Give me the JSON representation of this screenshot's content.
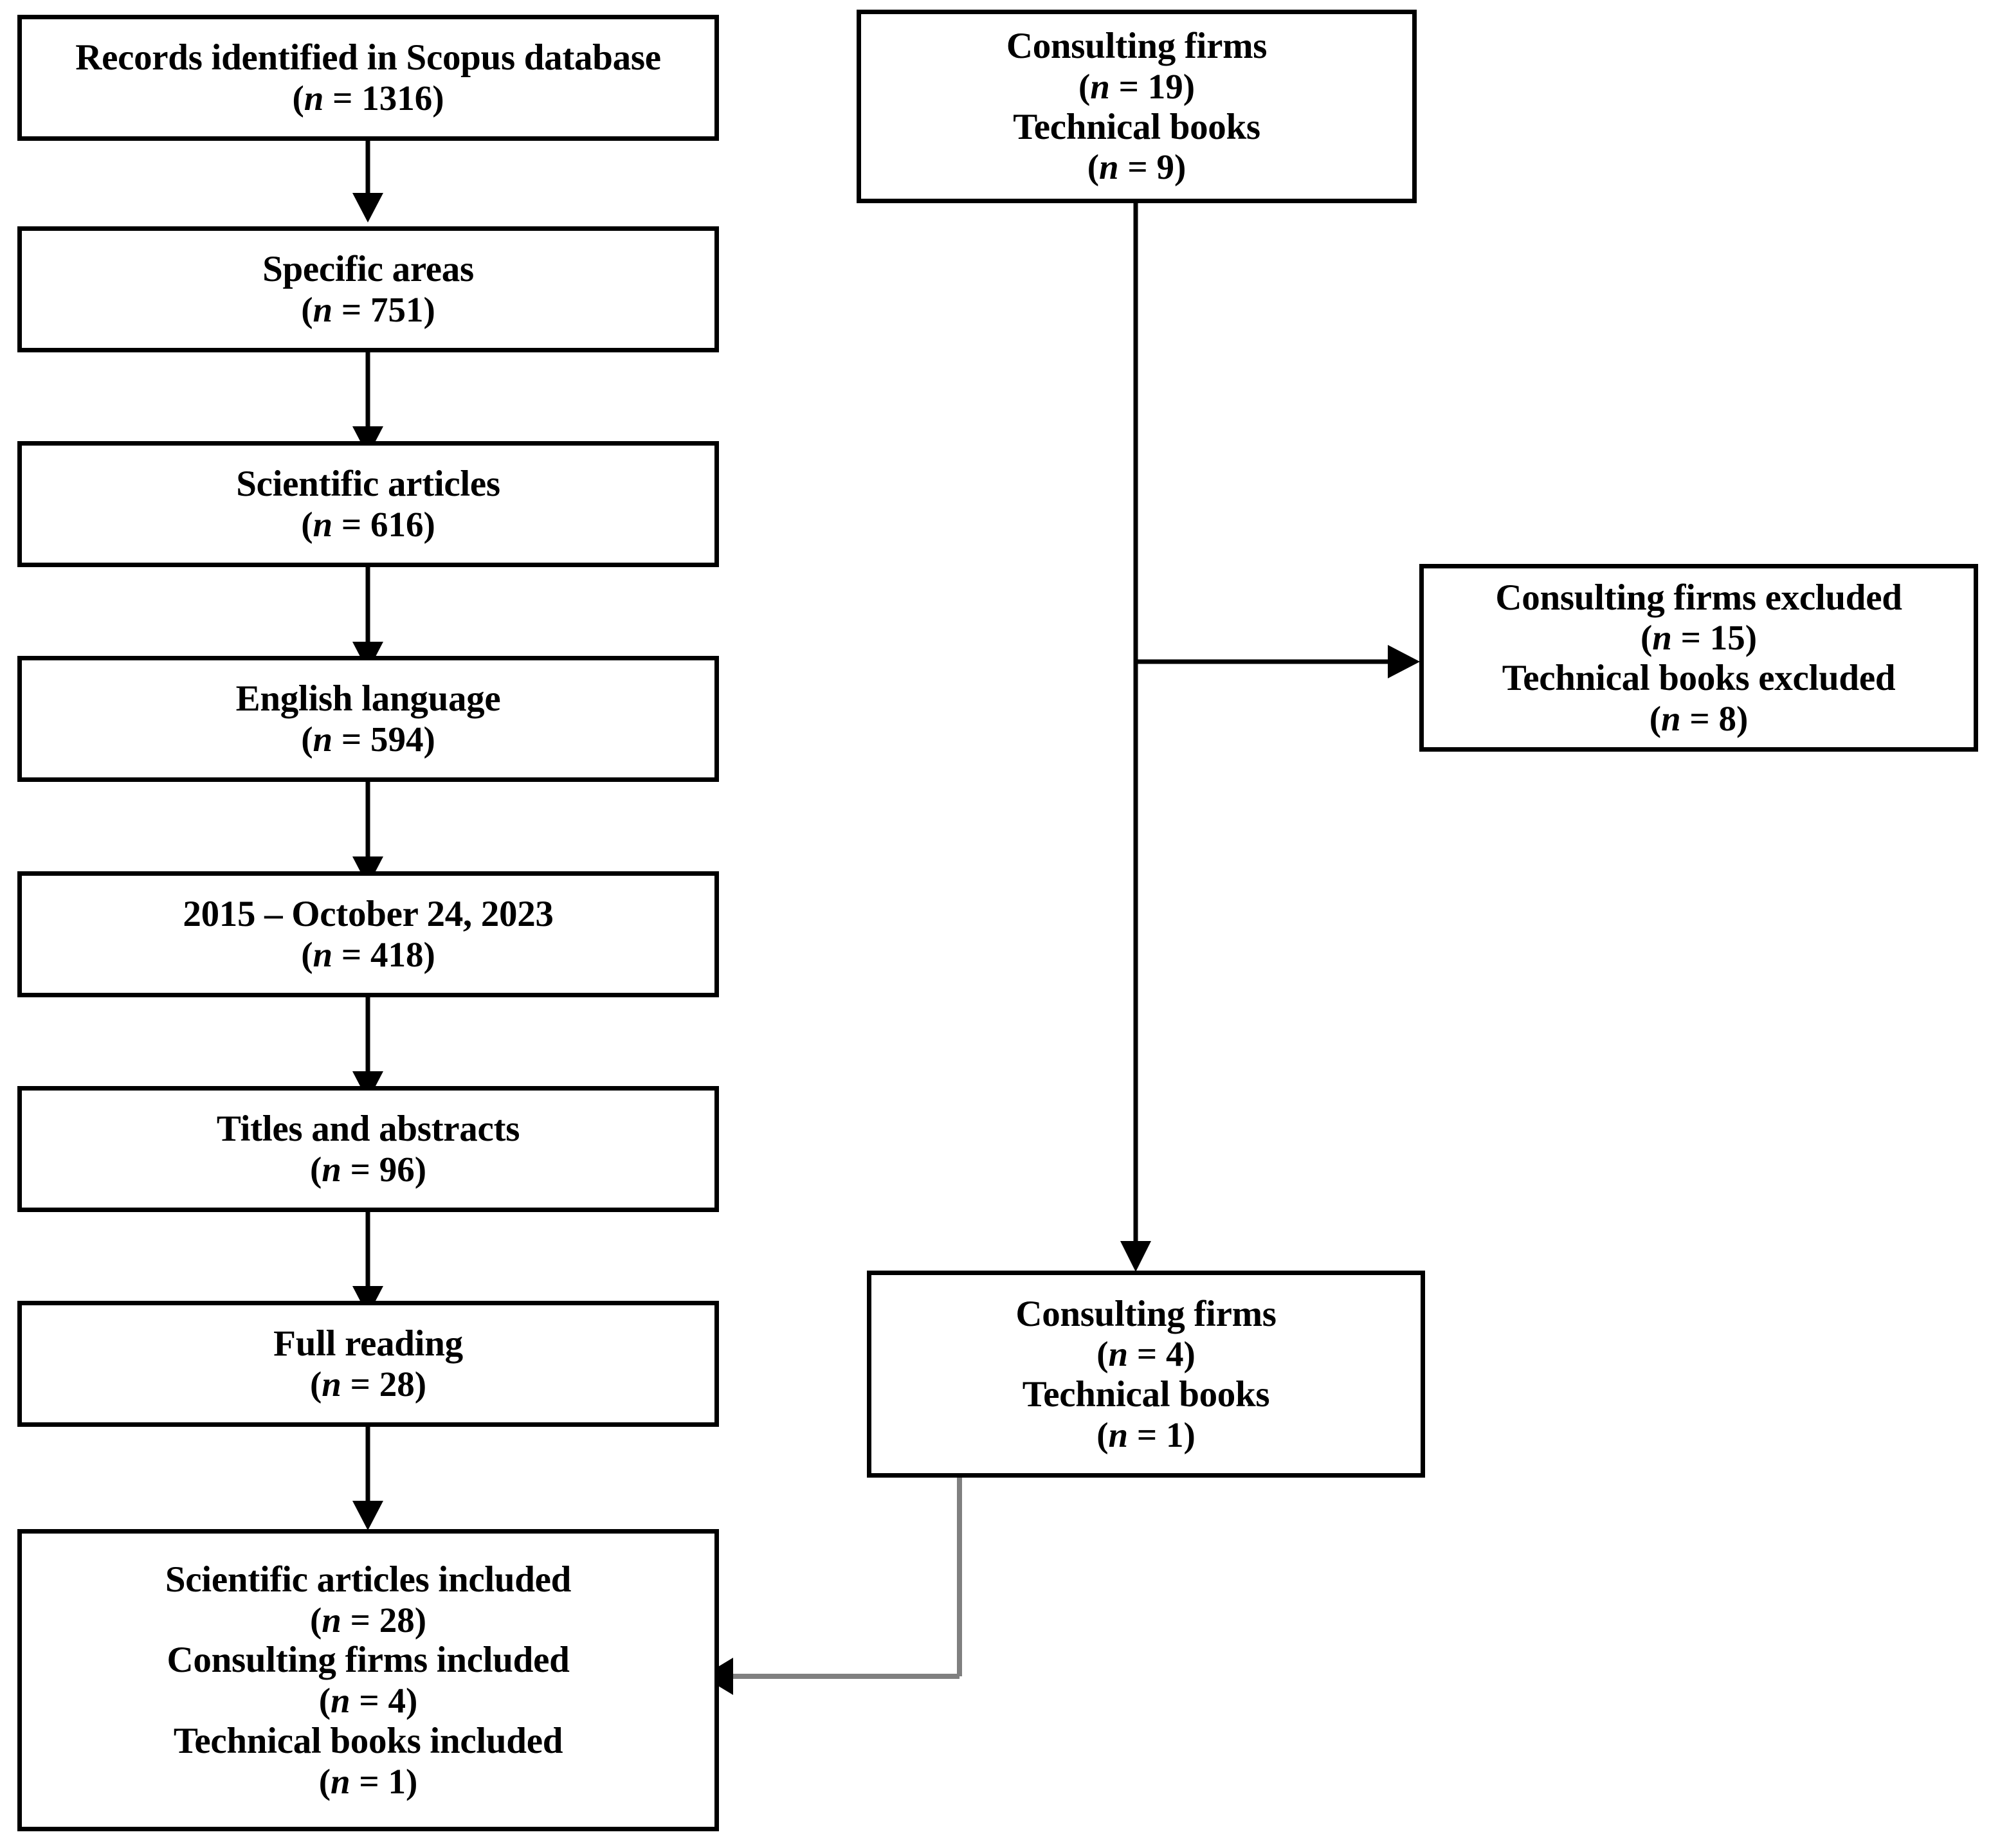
{
  "diagram": {
    "type": "prisma-flow-diagram",
    "title": "PRISMA record selection flow",
    "colors": {
      "box_border": "#000000",
      "box_fill": "#ffffff",
      "connector_black": "#000000",
      "connector_gray": "#808080",
      "text": "#000000"
    },
    "nodes": [
      {
        "id": "records-identified",
        "lines": [
          {
            "text": "Records identified in Scopus database",
            "style": "bold"
          },
          {
            "text": "(n = 1316)",
            "style": "count"
          }
        ],
        "count_label": "n",
        "count_value": "1316"
      },
      {
        "id": "specific-areas",
        "lines": [
          {
            "text": "Specific areas",
            "style": "bold"
          },
          {
            "text": "(n = 751)",
            "style": "count"
          }
        ],
        "count_label": "n",
        "count_value": "751"
      },
      {
        "id": "scientific-articles",
        "lines": [
          {
            "text": "Scientific articles",
            "style": "bold"
          },
          {
            "text": "(n = 616)",
            "style": "count"
          }
        ],
        "count_label": "n",
        "count_value": "616"
      },
      {
        "id": "english-language",
        "lines": [
          {
            "text": "English language",
            "style": "bold"
          },
          {
            "text": "(n = 594)",
            "style": "count"
          }
        ],
        "count_label": "n",
        "count_value": "594"
      },
      {
        "id": "date-range",
        "lines": [
          {
            "text": "2015 – October 24, 2023",
            "style": "bold"
          },
          {
            "text": "(n = 418)",
            "style": "count"
          }
        ],
        "count_label": "n",
        "count_value": "418"
      },
      {
        "id": "titles-and-abstracts",
        "lines": [
          {
            "text": "Titles and abstracts",
            "style": "bold"
          },
          {
            "text": "(n = 96)",
            "style": "count"
          }
        ],
        "count_label": "n",
        "count_value": "96"
      },
      {
        "id": "full-reading",
        "lines": [
          {
            "text": "Full reading",
            "style": "bold"
          },
          {
            "text": "(n = 28)",
            "style": "count"
          }
        ],
        "count_label": "n",
        "count_value": "28"
      },
      {
        "id": "included-summary",
        "lines": [
          {
            "text": "Scientific articles included",
            "style": "bold"
          },
          {
            "text": "(n = 28)",
            "style": "count"
          },
          {
            "text": "Consulting firms included",
            "style": "bold"
          },
          {
            "text": "(n = 4)",
            "style": "count"
          },
          {
            "text": "Technical books included",
            "style": "bold"
          },
          {
            "text": "(n = 1)",
            "style": "count"
          }
        ]
      },
      {
        "id": "grey-sources",
        "lines": [
          {
            "text": "Consulting firms",
            "style": "bold"
          },
          {
            "text": "(n = 19)",
            "style": "count"
          },
          {
            "text": "Technical books",
            "style": "bold"
          },
          {
            "text": "(n = 9)",
            "style": "count"
          }
        ]
      },
      {
        "id": "grey-excluded",
        "lines": [
          {
            "text": "Consulting firms excluded",
            "style": "bold"
          },
          {
            "text": "(n = 15)",
            "style": "count"
          },
          {
            "text": "Technical books excluded",
            "style": "bold"
          },
          {
            "text": "(n = 8)",
            "style": "count"
          }
        ]
      },
      {
        "id": "grey-retained",
        "lines": [
          {
            "text": "Consulting firms",
            "style": "bold"
          },
          {
            "text": "(n = 4)",
            "style": "count"
          },
          {
            "text": "Technical books",
            "style": "bold"
          },
          {
            "text": "(n = 1)",
            "style": "count"
          }
        ]
      }
    ],
    "boxes": {
      "records_identified": {
        "l1": "Records identified in Scopus database",
        "l2_open": "(",
        "l2_n": "n",
        "l2_rest": " = 1316)"
      },
      "specific_areas": {
        "l1": "Specific areas",
        "l2_open": "(",
        "l2_n": "n",
        "l2_rest": " = 751)"
      },
      "scientific_articles": {
        "l1": "Scientific articles",
        "l2_open": "(",
        "l2_n": "n",
        "l2_rest": " = 616)"
      },
      "english_language": {
        "l1": "English language",
        "l2_open": "(",
        "l2_n": "n",
        "l2_rest": " = 594)"
      },
      "date_range": {
        "l1": "2015 – October 24, 2023",
        "l2_open": "(",
        "l2_n": "n",
        "l2_rest": " = 418)"
      },
      "titles_abstracts": {
        "l1": "Titles and abstracts",
        "l2_open": "(",
        "l2_n": "n",
        "l2_rest": " = 96)"
      },
      "full_reading": {
        "l1": "Full reading",
        "l2_open": "(",
        "l2_n": "n",
        "l2_rest": " = 28)"
      },
      "included_summary": {
        "l1": "Scientific articles included",
        "l2_open": "(",
        "l2_n": "n",
        "l2_rest": " = 28)",
        "l3": "Consulting firms included",
        "l4_open": "(",
        "l4_n": "n",
        "l4_rest": " = 4)",
        "l5": "Technical books included",
        "l6_open": "(",
        "l6_n": "n",
        "l6_rest": " = 1)"
      },
      "grey_sources": {
        "l1": "Consulting firms",
        "l2_open": "(",
        "l2_n": "n",
        "l2_rest": " = 19)",
        "l3": "Technical books",
        "l4_open": "(",
        "l4_n": "n",
        "l4_rest": " = 9)"
      },
      "grey_excluded": {
        "l1": "Consulting firms excluded",
        "l2_open": "(",
        "l2_n": "n",
        "l2_rest": " = 15)",
        "l3": "Technical books excluded",
        "l4_open": "(",
        "l4_n": "n",
        "l4_rest": " = 8)"
      },
      "grey_retained": {
        "l1": "Consulting firms",
        "l2_open": "(",
        "l2_n": "n",
        "l2_rest": " = 4)",
        "l3": "Technical books",
        "l4_open": "(",
        "l4_n": "n",
        "l4_rest": " = 1)"
      }
    },
    "connectors": [
      {
        "id": "records-to-specific-areas",
        "from": "records-identified",
        "to": "specific-areas",
        "direction": "down",
        "color": "#000000"
      },
      {
        "id": "specific-areas-to-scientific-articles",
        "from": "specific-areas",
        "to": "scientific-articles",
        "direction": "down",
        "color": "#000000"
      },
      {
        "id": "scientific-articles-to-english-language",
        "from": "scientific-articles",
        "to": "english-language",
        "direction": "down",
        "color": "#000000"
      },
      {
        "id": "english-language-to-date-range",
        "from": "english-language",
        "to": "date-range",
        "direction": "down",
        "color": "#000000"
      },
      {
        "id": "date-range-to-titles-and-abstracts",
        "from": "date-range",
        "to": "titles-and-abstracts",
        "direction": "down",
        "color": "#000000"
      },
      {
        "id": "titles-and-abstracts-to-full-reading",
        "from": "titles-and-abstracts",
        "to": "full-reading",
        "direction": "down",
        "color": "#000000"
      },
      {
        "id": "full-reading-to-included-summary",
        "from": "full-reading",
        "to": "included-summary",
        "direction": "down",
        "color": "#000000"
      },
      {
        "id": "grey-sources-to-grey-excluded",
        "from": "grey-sources",
        "to": "grey-excluded",
        "direction": "right",
        "color": "#000000"
      },
      {
        "id": "grey-sources-to-grey-retained",
        "from": "grey-sources",
        "to": "grey-retained",
        "direction": "down",
        "color": "#000000"
      },
      {
        "id": "grey-retained-to-included-summary",
        "from": "grey-retained",
        "to": "included-summary",
        "direction": "left",
        "color": "#808080"
      }
    ]
  }
}
